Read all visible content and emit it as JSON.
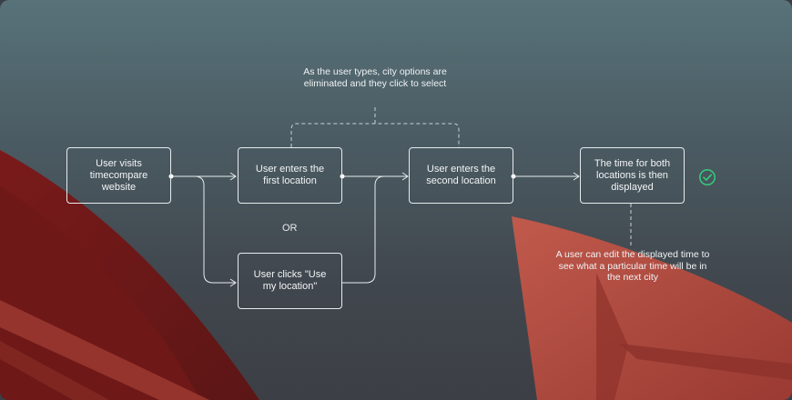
{
  "nodes": {
    "visit": "User visits\ntimecompare\nwebsite",
    "first": "User enters the\nfirst location",
    "second": "User enters the\nsecond location",
    "mylocation": "User clicks \"Use\nmy location\"",
    "result": "The time for both\nlocations is then\ndisplayed"
  },
  "or_label": "OR",
  "notes": {
    "typing": "As the user types, city options are\neliminated and they click to select",
    "edit": "A user can edit the displayed time to\nsee what a particular time will be in\nthe next city"
  },
  "icons": {
    "success": "check-circle-icon"
  },
  "colors": {
    "accent_green": "#34c77b",
    "line": "#e6ecee",
    "shape_red": "#8a1c1c",
    "shape_coral": "#b2473d"
  }
}
